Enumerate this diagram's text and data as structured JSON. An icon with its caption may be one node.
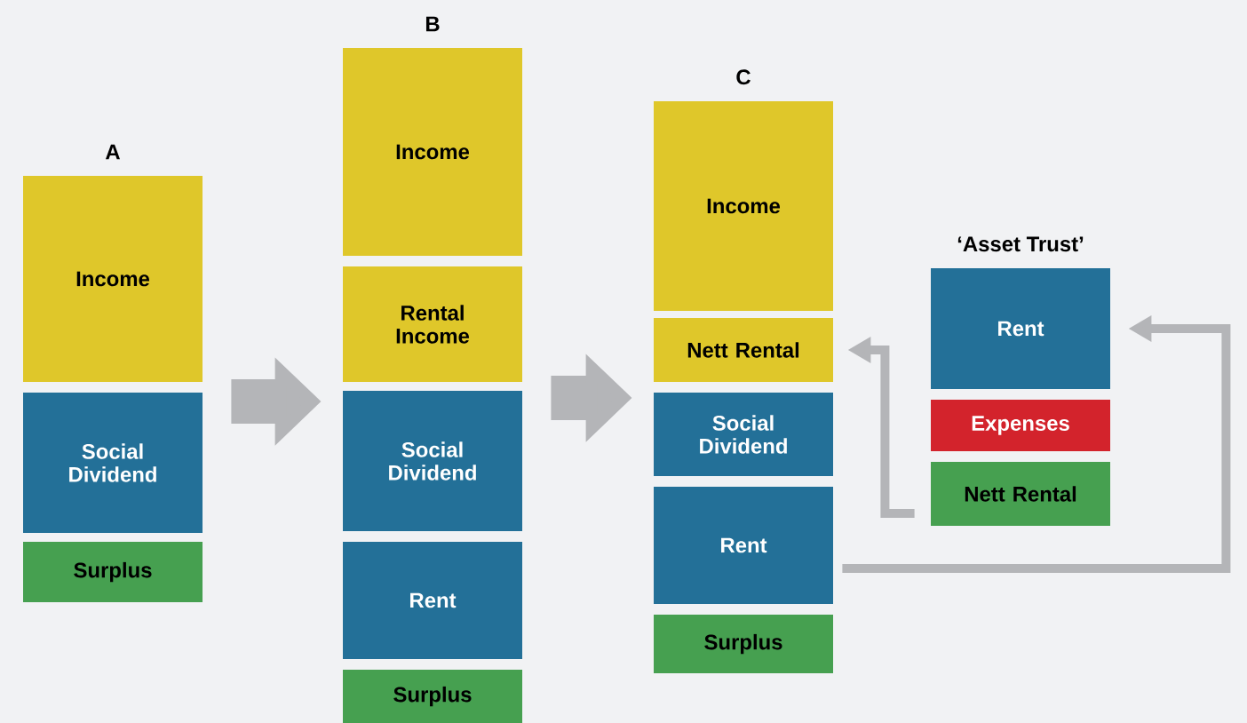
{
  "diagram": {
    "nodes": [
      {
        "text": [
          "Income"
        ],
        "beside": [
          "A"
        ]
      },
      {
        "text": [
          "Social Dividend"
        ]
      },
      {
        "text": [
          "Surplus"
        ]
      },
      {
        "text": [
          "Income"
        ],
        "beside": [
          "B"
        ]
      },
      {
        "text": [
          "Rental Income"
        ]
      },
      {
        "text": [
          "Social Dividend"
        ]
      },
      {
        "text": [
          "Rent"
        ]
      },
      {
        "text": [
          "Surplus"
        ]
      },
      {
        "text": [
          "Income"
        ],
        "beside": [
          "C"
        ]
      },
      {
        "text": [
          "Nett Rental"
        ]
      },
      {
        "text": [
          "Social Dividend"
        ]
      },
      {
        "text": [
          "Rent"
        ]
      },
      {
        "text": [
          "Surplus"
        ]
      },
      {
        "text": [
          "Rent"
        ],
        "beside": [
          "‘Asset Trust’"
        ]
      },
      {
        "text": [
          "Expenses"
        ]
      },
      {
        "text": [
          "Nett Rental"
        ]
      }
    ],
    "edges": [
      {
        "from": 1,
        "to": 5,
        "arrow": "to",
        "style": "thick"
      },
      {
        "from": 5,
        "to": 10,
        "arrow": "to",
        "style": "thick"
      },
      {
        "from": 15,
        "to": 9,
        "arrow": "to"
      },
      {
        "from": 11,
        "to": 13,
        "arrow": "to"
      }
    ]
  }
}
